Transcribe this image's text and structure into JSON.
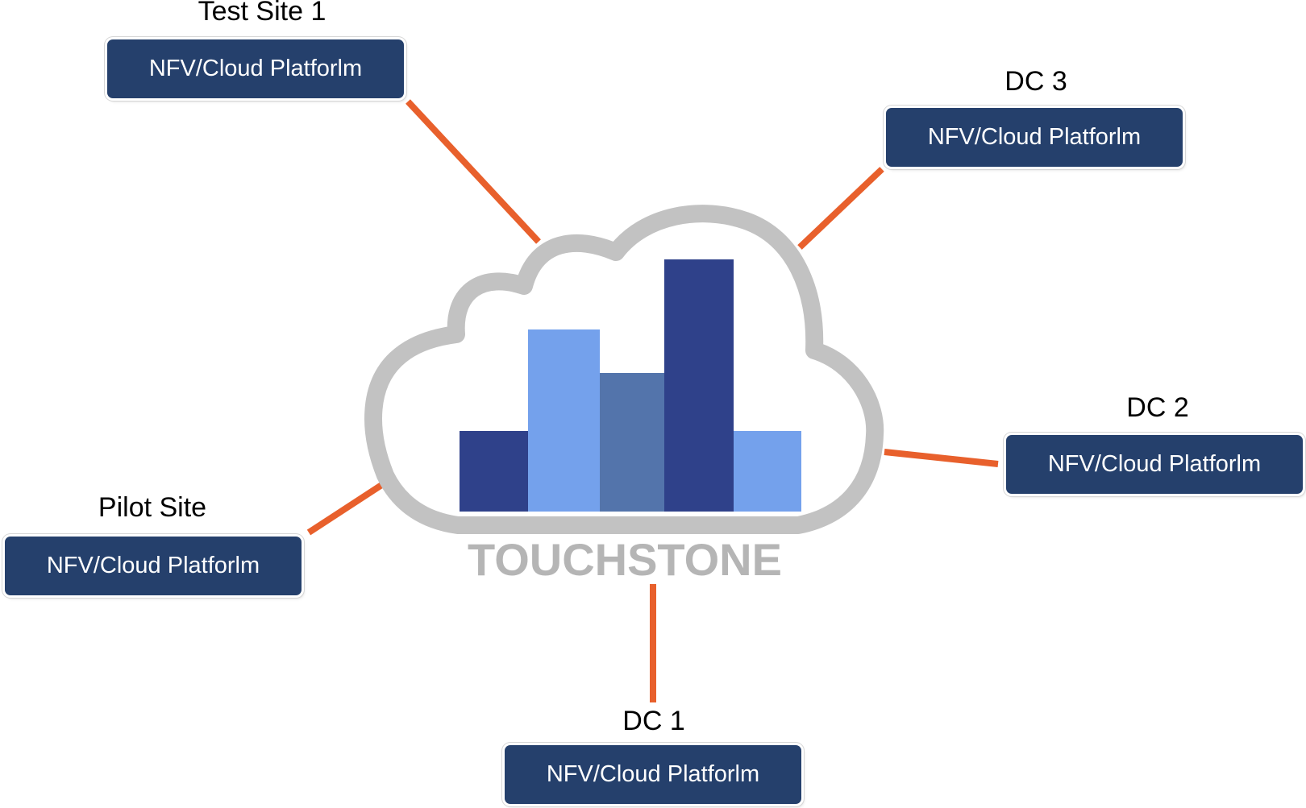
{
  "colors": {
    "box_fill": "#25406c",
    "box_text": "#ffffff",
    "connector": "#e8602c",
    "cloud_outline": "#c2c2c2",
    "logo_text": "#b5b5b5",
    "bar_dark": "#2f418a",
    "bar_light": "#74a1ec",
    "bar_mid": "#5374ab"
  },
  "logo": {
    "wordmark": "TOUCHSTONE",
    "icon": "cloud-bar-chart-icon"
  },
  "sites": [
    {
      "name": "Test Site 1",
      "platform": "NFV/Cloud Platforlm"
    },
    {
      "name": "DC 3",
      "platform": "NFV/Cloud Platforlm"
    },
    {
      "name": "DC 2",
      "platform": "NFV/Cloud Platforlm"
    },
    {
      "name": "Pilot Site",
      "platform": "NFV/Cloud Platforlm"
    },
    {
      "name": "DC 1",
      "platform": "NFV/Cloud Platforlm"
    }
  ]
}
